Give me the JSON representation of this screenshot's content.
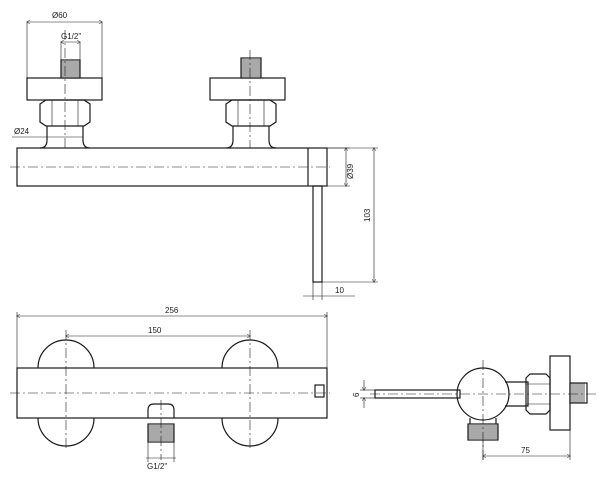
{
  "dimensions": {
    "top_diameter": "Ø60",
    "top_thread": "G1/2\"",
    "pipe_diameter": "Ø24",
    "body_diameter": "Ø39",
    "total_height": "103",
    "lever_offset": "10",
    "overall_length": "256",
    "center_distance": "150",
    "bottom_thread": "G1/2\"",
    "lever_thickness": "6",
    "depth": "75"
  }
}
